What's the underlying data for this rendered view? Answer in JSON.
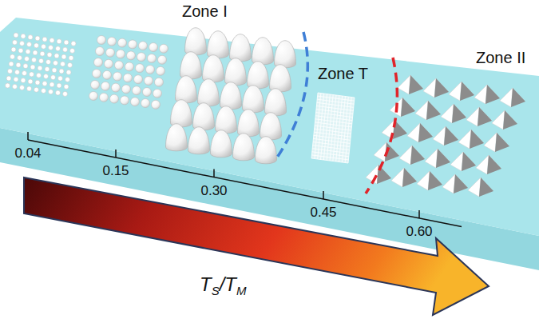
{
  "diagram": {
    "labels": [
      "Zone I",
      "Zone T",
      "Zone II",
      "0.04",
      "0.15",
      "0.30",
      "0.45",
      "0.60",
      "T",
      "S",
      "/T",
      "M"
    ]
  }
}
